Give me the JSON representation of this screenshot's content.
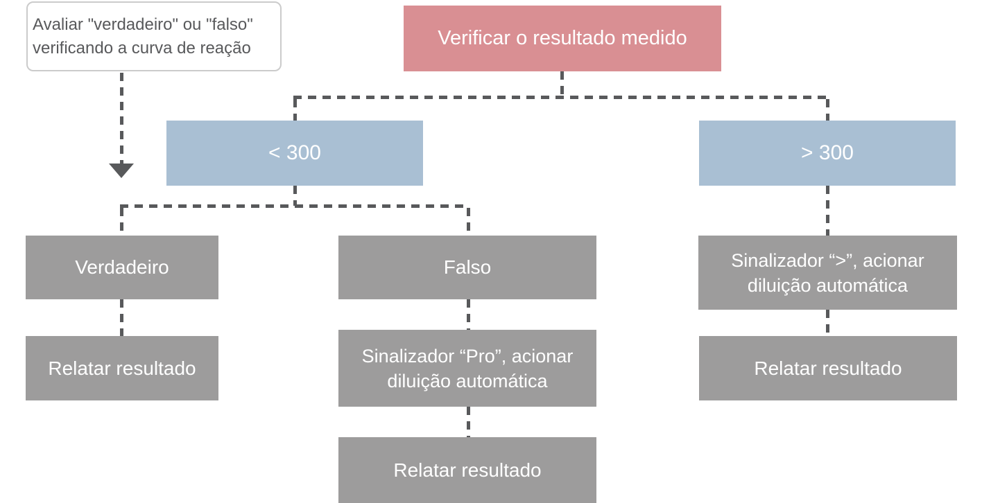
{
  "diagram": {
    "note": {
      "line1": "Avaliar \"verdadeiro\" ou \"falso\"",
      "line2": "verificando a curva de reação"
    },
    "root": {
      "label": "Verificar o resultado medido"
    },
    "branch_lt300": {
      "label": "< 300"
    },
    "branch_gt300": {
      "label": "> 300"
    },
    "verdadeiro": {
      "label": "Verdadeiro"
    },
    "falso": {
      "label": "Falso"
    },
    "sinalizador_pro": {
      "line1": "Sinalizador “Pro”, acionar",
      "line2": "diluição automática"
    },
    "sinalizador_gt": {
      "line1": "Sinalizador “>”, acionar",
      "line2": "diluição automática"
    },
    "relatar_left": {
      "label": "Relatar resultado"
    },
    "relatar_mid": {
      "label": "Relatar resultado"
    },
    "relatar_right": {
      "label": "Relatar resultado"
    }
  },
  "colors": {
    "root_box": "#d98f93",
    "branch_box": "#a9bfd3",
    "action_box": "#9d9c9c",
    "connector": "#58595b",
    "note_border": "#cbcbcb",
    "note_text": "#58595b",
    "box_text": "#ffffff"
  }
}
